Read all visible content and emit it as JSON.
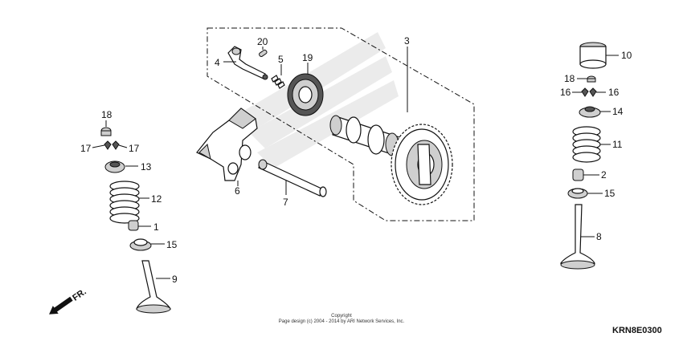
{
  "callouts": {
    "c1": "1",
    "c2": "2",
    "c3": "3",
    "c4": "4",
    "c5": "5",
    "c6": "6",
    "c7": "7",
    "c8": "8",
    "c9": "9",
    "c10": "10",
    "c11": "11",
    "c12": "12",
    "c13": "13",
    "c14": "14",
    "c15a": "15",
    "c15b": "15",
    "c16a": "16",
    "c16b": "16",
    "c17a": "17",
    "c17b": "17",
    "c18a": "18",
    "c18b": "18",
    "c19": "19",
    "c20": "20"
  },
  "direction_label": "FR.",
  "copyright_line1": "Copyright",
  "copyright_line2": "Page design (c) 2004 - 2014 by ARI Network Services, Inc.",
  "diagram_code": "KRN8E0300"
}
